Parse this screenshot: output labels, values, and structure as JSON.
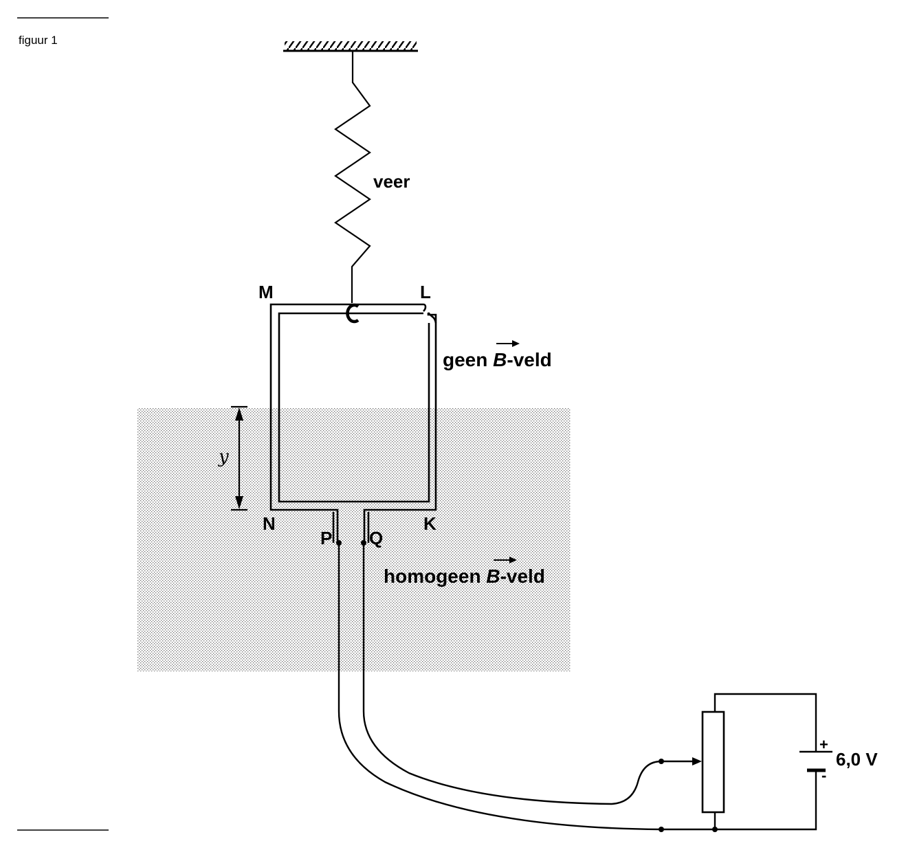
{
  "figure": {
    "caption": "figuur 1"
  },
  "labels": {
    "spring": "veer",
    "corner_m": "M",
    "corner_l": "L",
    "corner_n": "N",
    "corner_k": "K",
    "terminal_p": "P",
    "terminal_q": "Q",
    "distance_y": "y"
  },
  "field_labels": {
    "no_field_prefix": "geen ",
    "no_field_symbol": "B",
    "no_field_suffix": "-veld",
    "field_prefix": "homogeen ",
    "field_symbol": "B",
    "field_suffix": "-veld"
  },
  "source": {
    "voltage": "6,0 V",
    "plus_sign": "+",
    "minus_sign": "-"
  }
}
